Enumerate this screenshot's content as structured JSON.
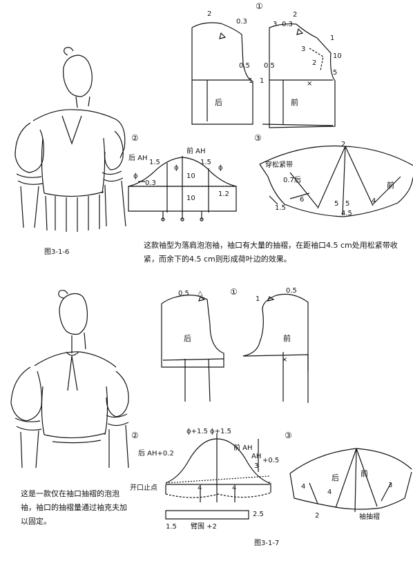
{
  "top": {
    "step1": "①",
    "step2": "②",
    "step3": "③",
    "bodice": {
      "back": "后",
      "front": "前",
      "v03": "0.3",
      "v2": "2",
      "v3": "3",
      "v10": "10",
      "v5": "5",
      "v05a": "0.5",
      "v05b": "0.5",
      "v1": "1",
      "tri": "△",
      "x": "×"
    },
    "sleeve": {
      "back_ah": "后 AH",
      "front_ah": "前 AH",
      "v15": "1.5",
      "v03": "0.3",
      "v10a": "10",
      "v10b": "10",
      "v12": "1.2",
      "phi": "ϕ"
    },
    "puff": {
      "elastic": "穿松紧带",
      "back": "后",
      "front": "前",
      "v07": "0.7",
      "v2": "2",
      "v6": "6",
      "v15": "1.5",
      "v5a": "5",
      "v5b": "5",
      "v4": "4",
      "v45": "4.5"
    },
    "figure_id": "图3-1-6",
    "description": "这款袖型为落肩泡泡袖，袖口有大量的抽褶，在距袖口4.5 cm处用松紧带收紧，而余下的4.5 cm则形成荷叶边的效果。"
  },
  "bottom": {
    "step1": "①",
    "step2": "②",
    "step3": "③",
    "bodice": {
      "back": "后",
      "front": "前",
      "v05a": "0.5",
      "v05b": "0.5",
      "v1": "1",
      "tri": "△",
      "x": "×"
    },
    "sleeve": {
      "phi_label": "ϕ+1.5 ϕ+1.5",
      "back_ah": "后 AH+0.2",
      "front_ah": "前 AH",
      "ah3": "AH",
      "ah3b": "3",
      "plus05": "+0.5",
      "opening": "开口止点",
      "v4a": "4",
      "v4b": "4",
      "v25": "2.5",
      "v15": "1.5",
      "cuff": "臂围 +2"
    },
    "puff": {
      "back": "后",
      "front": "前",
      "v4a": "4",
      "v4b": "4",
      "v2": "2",
      "v3": "3",
      "gathers": "袖抽褶"
    },
    "figure_id": "图3-1-7",
    "description": "这是一款仅在袖口抽褶的泡泡袖，袖口的抽褶量通过袖克夫加以固定。"
  }
}
